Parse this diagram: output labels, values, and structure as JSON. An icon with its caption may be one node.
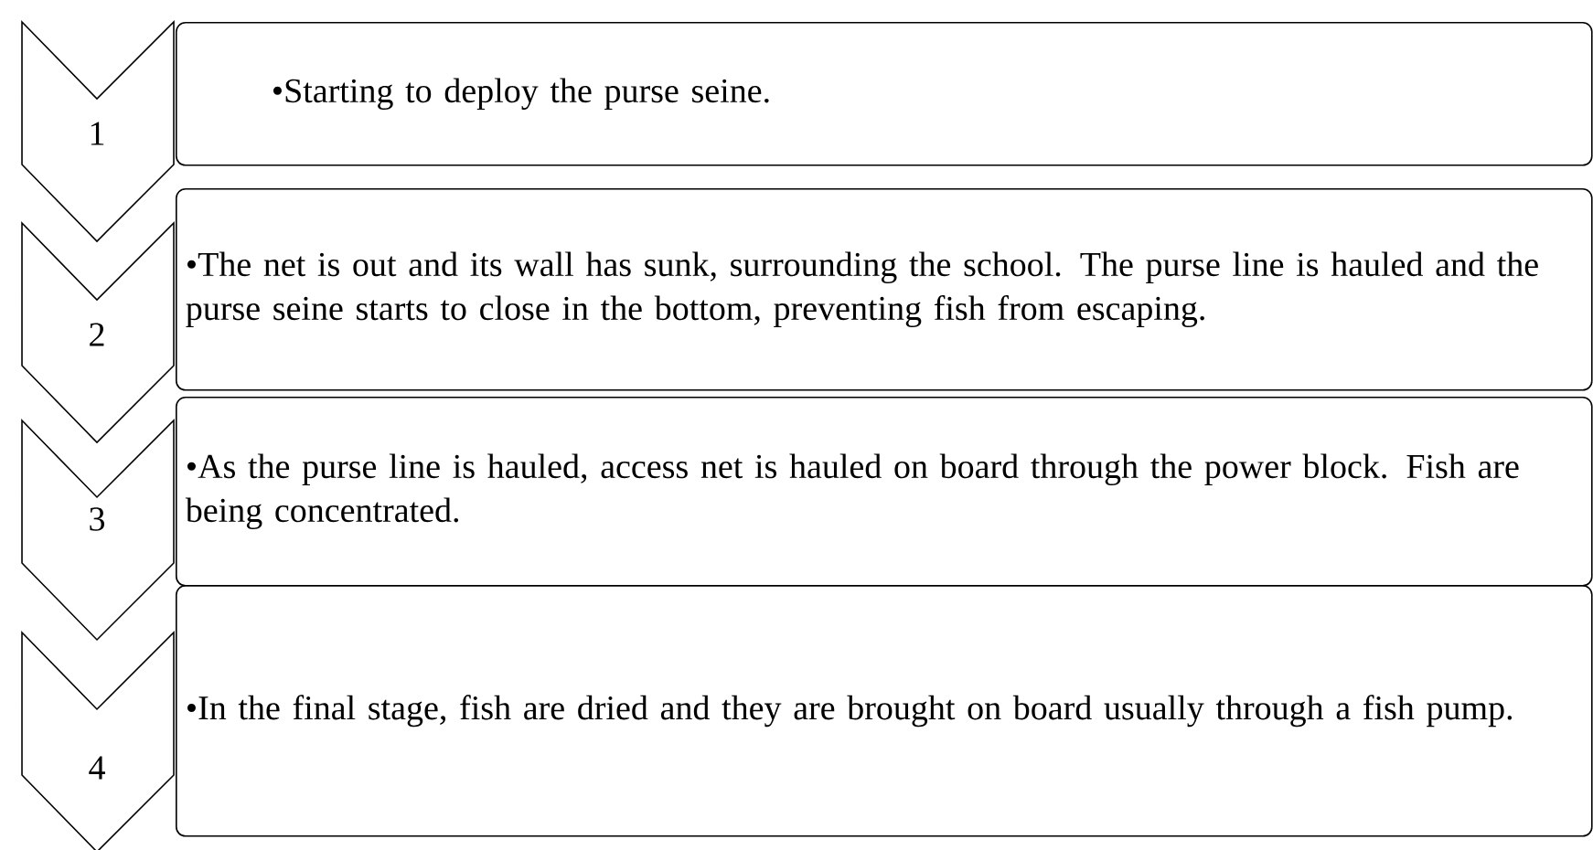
{
  "diagram": {
    "nodes": [
      {
        "text": [
          "1"
        ]
      },
      {
        "text": [
          "•Starting to deploy the purse seine."
        ]
      },
      {
        "text": [
          "2"
        ]
      },
      {
        "text": [
          "•The net is out and its wall has sunk, surrounding the school. The purse line is hauled and the purse seine starts to close in the bottom, preventing fish from escaping."
        ]
      },
      {
        "text": [
          "3"
        ]
      },
      {
        "text": [
          "•As the purse line is hauled, access net is hauled on board through the power block. Fish are being concentrated."
        ]
      },
      {
        "text": [
          "4"
        ]
      },
      {
        "text": [
          "•In the final stage, fish are dried and they are brought on board usually through a fish pump."
        ]
      }
    ]
  }
}
